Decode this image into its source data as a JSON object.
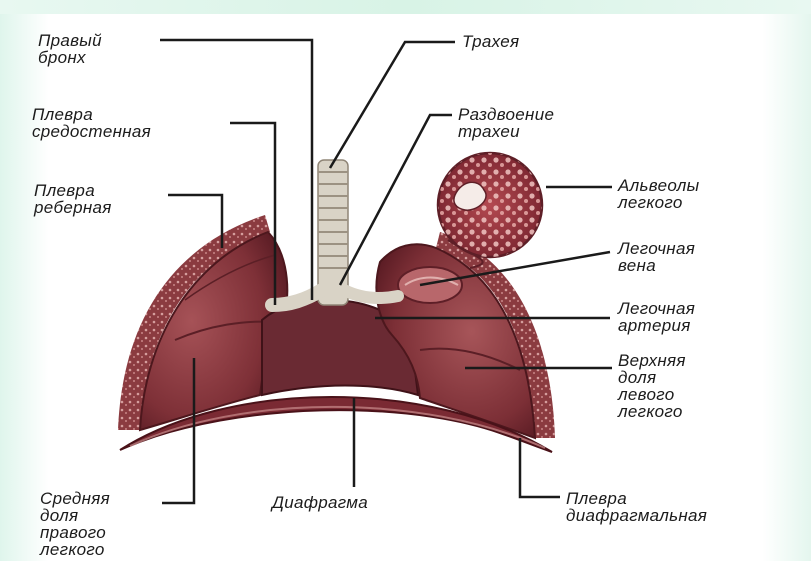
{
  "labels": {
    "right_bronchus": [
      "Правый",
      "бронх"
    ],
    "trachea": [
      "Трахея"
    ],
    "mediastinal_pleura": [
      "Плевра",
      "средостенная"
    ],
    "trachea_bifurcation": [
      "Раздвоение",
      "трахеи"
    ],
    "costal_pleura": [
      "Плевра",
      "реберная"
    ],
    "alveoli": [
      "Альвеолы",
      "легкого"
    ],
    "pulmonary_vein": [
      "Легочная",
      "вена"
    ],
    "pulmonary_artery": [
      "Легочная",
      "артерия"
    ],
    "upper_lobe_left": [
      "Верхняя",
      "доля",
      "левого",
      "легкого"
    ],
    "middle_lobe_right": [
      "Средняя",
      "доля",
      "правого",
      "легкого"
    ],
    "diaphragm": [
      "Диафрагма"
    ],
    "diaphragmatic_pleura": [
      "Плевра",
      "диафрагмальная"
    ]
  },
  "colors": {
    "lung": "#8a3a40",
    "lung_dark": "#5e1f27",
    "lung_light": "#b2686b",
    "pleura_edge": "#c98c8c",
    "trachea": "#d9d3c6",
    "leader": "#1a1a1a"
  }
}
